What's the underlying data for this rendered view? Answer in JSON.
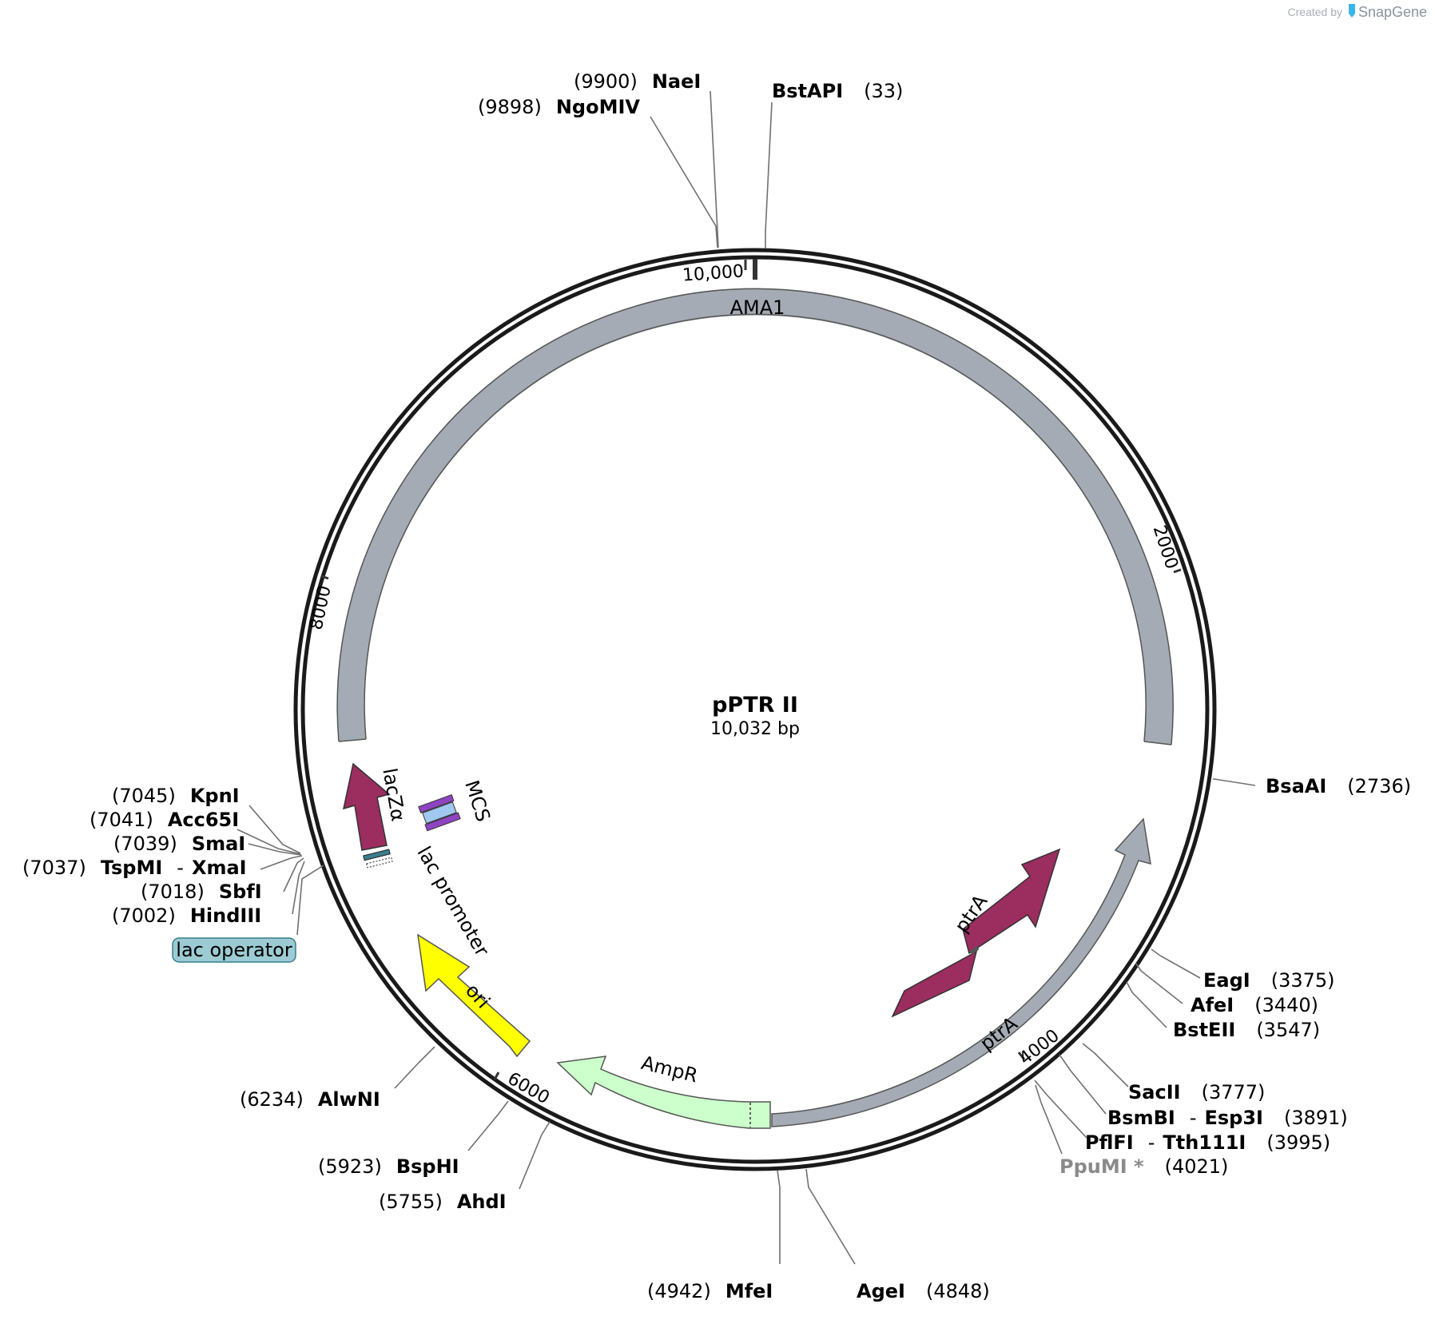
{
  "credit": {
    "prefix": "Created by",
    "brand": "SnapGene"
  },
  "plasmid": {
    "name": "pPTR II",
    "length_label": "10,032 bp"
  },
  "ticks": [
    {
      "label": "10,000"
    },
    {
      "label": "2000"
    },
    {
      "label": "4000"
    },
    {
      "label": "6000"
    },
    {
      "label": "8000"
    }
  ],
  "features": [
    {
      "id": "ama1",
      "label": "AMA1",
      "color": "#a5abb4"
    },
    {
      "id": "ptra_outer",
      "label": "ptrA",
      "color": "#a5abb4"
    },
    {
      "id": "ptra_inner",
      "label": "ptrA",
      "color": "#9b2d5f"
    },
    {
      "id": "ampr",
      "label": "AmpR",
      "color": "#ccffcc"
    },
    {
      "id": "ori",
      "label": "ori",
      "color": "#ffff00"
    },
    {
      "id": "laczalpha",
      "label": "lacZα",
      "color": "#9b2d5f"
    },
    {
      "id": "lac_promoter",
      "label": "lac promoter",
      "color": "#ffffff"
    },
    {
      "id": "mcs",
      "label": "MCS",
      "color": "#a0c8f0"
    },
    {
      "id": "lac_operator",
      "label": "lac operator",
      "color": "#9ccbd4"
    }
  ],
  "sites": [
    {
      "name": "NaeI",
      "pos": "(9900)"
    },
    {
      "name": "NgoMIV",
      "pos": "(9898)"
    },
    {
      "name": "BstAPI",
      "pos": "(33)"
    },
    {
      "name": "BsaAI",
      "pos": "(2736)"
    },
    {
      "name": "EagI",
      "pos": "(3375)"
    },
    {
      "name": "AfeI",
      "pos": "(3440)"
    },
    {
      "name": "BstEII",
      "pos": "(3547)"
    },
    {
      "name": "SacII",
      "pos": "(3777)"
    },
    {
      "name": "BsmBI",
      "name2": "Esp3I",
      "pos": "(3891)"
    },
    {
      "name": "PflFI",
      "name2": "Tth111I",
      "pos": "(3995)"
    },
    {
      "name": "PpuMI *",
      "pos": "(4021)"
    },
    {
      "name": "AgeI",
      "pos": "(4848)"
    },
    {
      "name": "MfeI",
      "pos": "(4942)"
    },
    {
      "name": "AhdI",
      "pos": "(5755)"
    },
    {
      "name": "BspHI",
      "pos": "(5923)"
    },
    {
      "name": "AlwNI",
      "pos": "(6234)"
    },
    {
      "name": "KpnI",
      "pos": "(7045)"
    },
    {
      "name": "Acc65I",
      "pos": "(7041)"
    },
    {
      "name": "SmaI",
      "pos": "(7039)"
    },
    {
      "name": "TspMI",
      "name2": "XmaI",
      "pos": "(7037)"
    },
    {
      "name": "SbfI",
      "pos": "(7018)"
    },
    {
      "name": "HindIII",
      "pos": "(7002)"
    }
  ]
}
